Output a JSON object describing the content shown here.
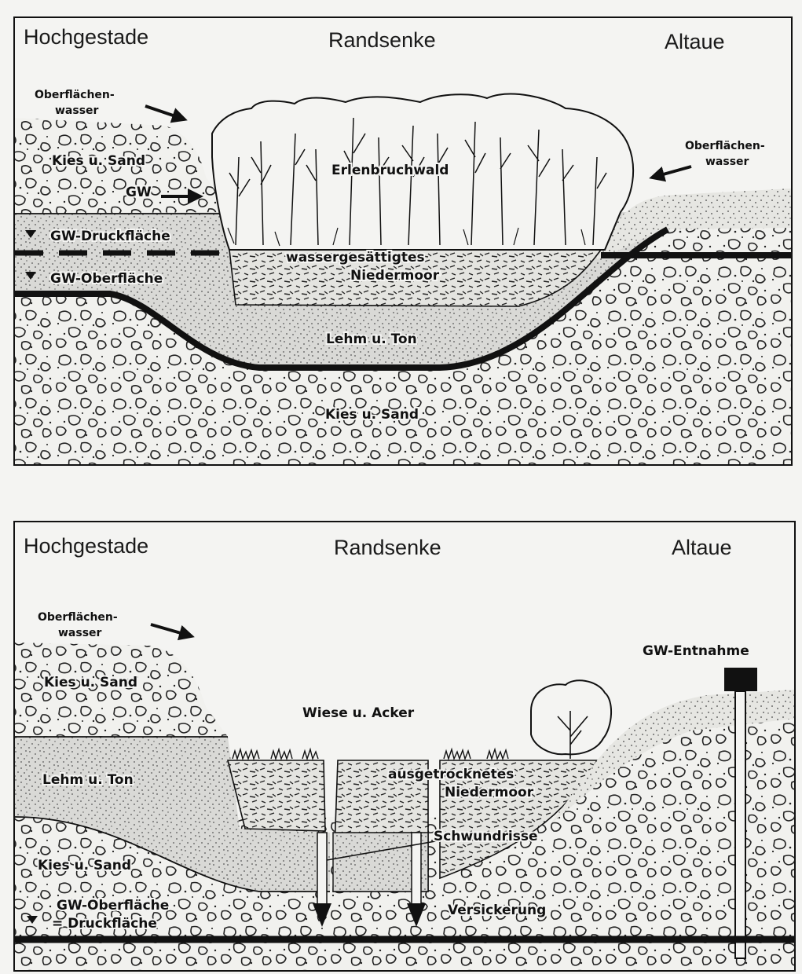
{
  "top_panel": {
    "heading_left": "Hochgestade",
    "heading_center": "Randsenke",
    "heading_right": "Altaue",
    "surface_water_left": [
      "Oberflächen-",
      "wasser"
    ],
    "surface_water_right": [
      "Oberflächen-",
      "wasser"
    ],
    "forest": "Erlenbruchwald",
    "gravel_upper": "Kies u. Sand",
    "gw": "GW",
    "gw_pressure_surface": "GW-Druckfläche",
    "gw_surface": "GW-Oberfläche",
    "peat": [
      "wassergesättigtes",
      "Niedermoor"
    ],
    "clay": "Lehm u. Ton",
    "gravel_lower": "Kies u. Sand"
  },
  "bottom_panel": {
    "heading_left": "Hochgestade",
    "heading_center": "Randsenke",
    "heading_right": "Altaue",
    "surface_water_left": [
      "Oberflächen-",
      "wasser"
    ],
    "gw_extraction": "GW-Entnahme",
    "gravel_upper": "Kies u. Sand",
    "meadow": "Wiese u. Acker",
    "clay": "Lehm u. Ton",
    "peat": [
      "ausgetrocknetes",
      "Niedermoor"
    ],
    "shrinkage_cracks": "Schwundrisse",
    "gravel_lower": "Kies u. Sand",
    "gw_surface_eq": [
      "GW-Oberfläche",
      "= Druckfläche"
    ],
    "infiltration": "Versickerung"
  }
}
